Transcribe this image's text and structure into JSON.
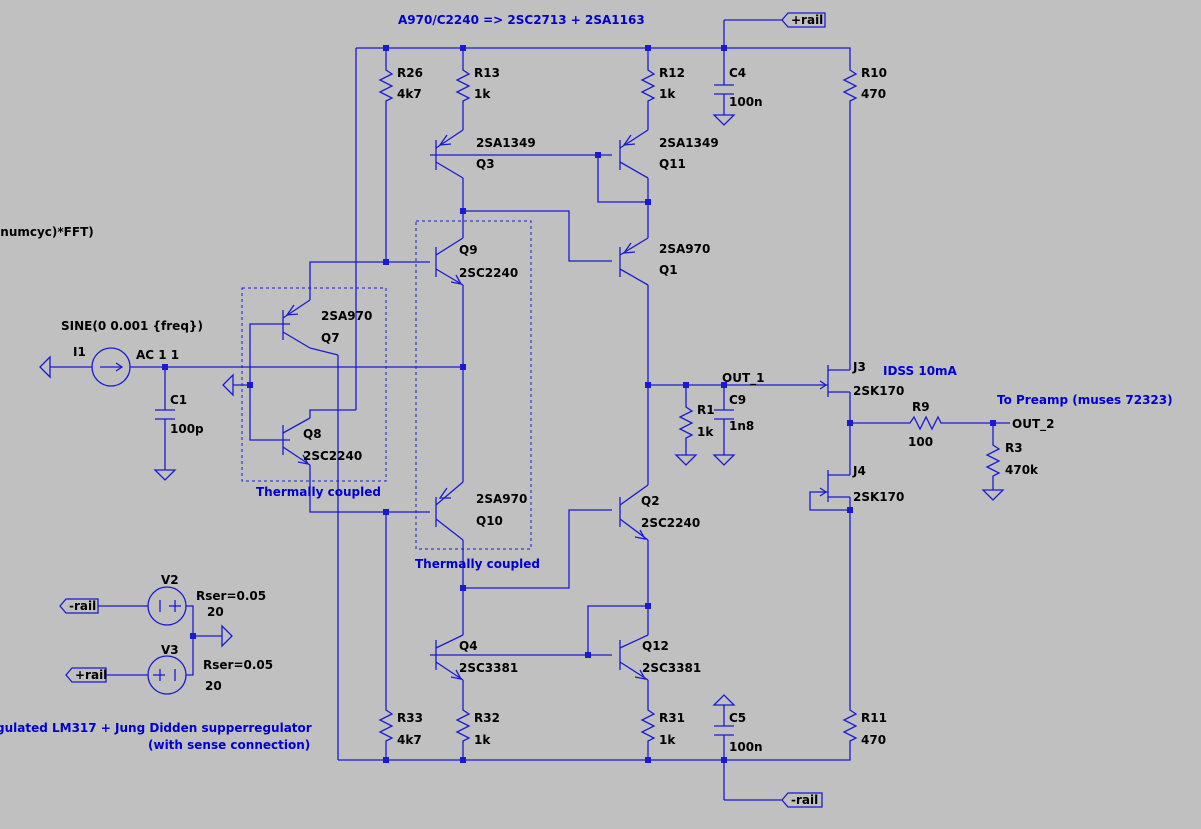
{
  "notes": {
    "substitution": "A970/C2240 =>  2SC2713 + 2SA1163",
    "fft": "*numcyc)*FFT)",
    "thermal1": "Thermally coupled",
    "thermal2": "Thermally coupled",
    "preamp": "To Preamp (muses 72323)",
    "regulator_line1": "gulated LM317 + Jung Didden supperregulator",
    "regulator_line2": "(with sense connection)",
    "idss": "IDSS 10mA"
  },
  "nets": {
    "plus_rail_top": "+rail",
    "minus_rail_bottom": "-rail",
    "minus_rail_v2": "-rail",
    "plus_rail_v3": "+rail",
    "out1": "OUT_1",
    "out2": "OUT_2"
  },
  "components": {
    "R26": {
      "name": "R26",
      "value": "4k7"
    },
    "R13": {
      "name": "R13",
      "value": "1k"
    },
    "R12": {
      "name": "R12",
      "value": "1k"
    },
    "C4": {
      "name": "C4",
      "value": "100n"
    },
    "R10": {
      "name": "R10",
      "value": "470"
    },
    "Q3": {
      "name": "Q3",
      "model": "2SA1349"
    },
    "Q11": {
      "name": "Q11",
      "model": "2SA1349"
    },
    "Q9": {
      "name": "Q9",
      "model": "2SC2240"
    },
    "Q1": {
      "name": "Q1",
      "model": "2SA970"
    },
    "Q7": {
      "name": "Q7",
      "model": "2SA970"
    },
    "Q8": {
      "name": "Q8",
      "model": "2SC2240"
    },
    "I1": {
      "name": "I1",
      "spec": "SINE(0 0.001 {freq})",
      "ac": "AC 1 1"
    },
    "C1": {
      "name": "C1",
      "value": "100p"
    },
    "R1": {
      "name": "R1",
      "value": "1k"
    },
    "C9": {
      "name": "C9",
      "value": "1n8"
    },
    "J3": {
      "name": "J3",
      "model": "2SK170"
    },
    "J4": {
      "name": "J4",
      "model": "2SK170"
    },
    "R9": {
      "name": "R9",
      "value": "100"
    },
    "R3": {
      "name": "R3",
      "value": "470k"
    },
    "Q10": {
      "name": "Q10",
      "model": "2SA970"
    },
    "Q2": {
      "name": "Q2",
      "model": "2SC2240"
    },
    "Q4": {
      "name": "Q4",
      "model": "2SC3381"
    },
    "Q12": {
      "name": "Q12",
      "model": "2SC3381"
    },
    "V2": {
      "name": "V2",
      "rser": "Rser=0.05",
      "value": "20"
    },
    "V3": {
      "name": "V3",
      "rser": "Rser=0.05",
      "value": "20"
    },
    "R33": {
      "name": "R33",
      "value": "4k7"
    },
    "R32": {
      "name": "R32",
      "value": "1k"
    },
    "R31": {
      "name": "R31",
      "value": "1k"
    },
    "C5": {
      "name": "C5",
      "value": "100n"
    },
    "R11": {
      "name": "R11",
      "value": "470"
    }
  }
}
